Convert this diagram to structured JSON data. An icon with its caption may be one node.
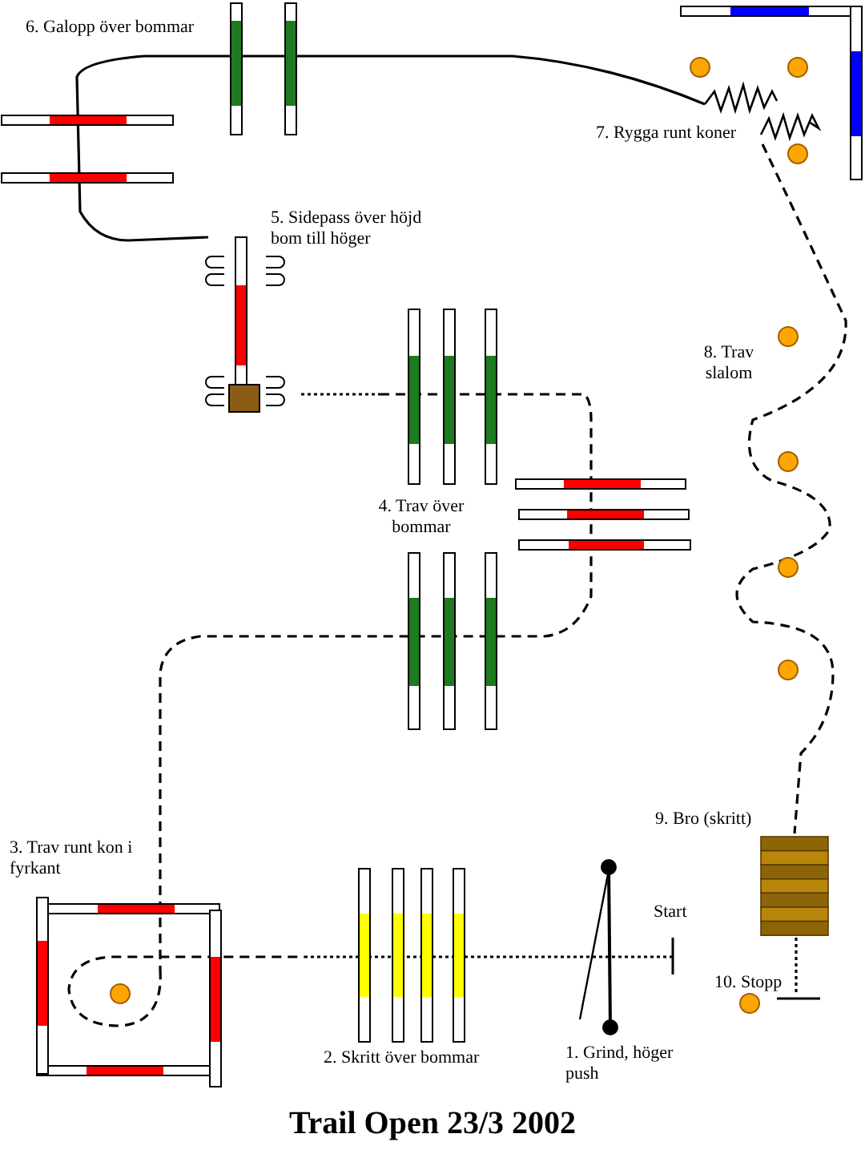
{
  "diagram": {
    "title": "Trail Open 23/3 2002",
    "labels": [
      "6. Galopp över bommar",
      "7. Rygga runt koner",
      "5. Sidepass över höjd bom till höger",
      "8. Trav slalom",
      "4. Trav över bommar",
      "9. Bro (skritt)",
      "3. Trav runt kon i fyrkant",
      "Start",
      "10. Stopp",
      "2. Skritt över bommar",
      "1. Grind, höger push"
    ]
  }
}
